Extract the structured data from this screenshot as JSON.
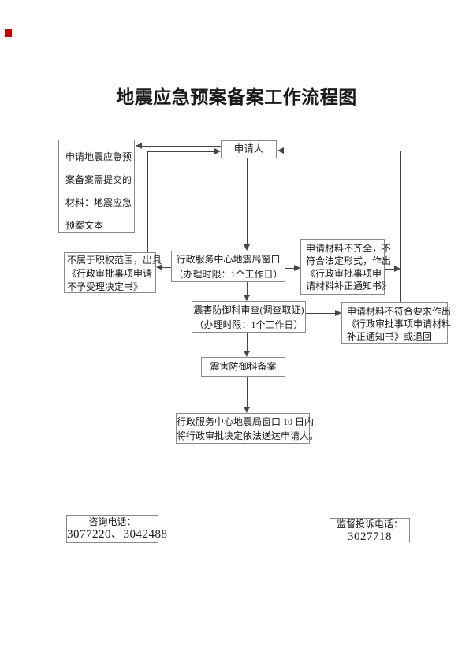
{
  "page": {
    "title": "地震应急预案备案工作流程图"
  },
  "colors": {
    "marker_red": "#c00000",
    "connector_line": "#454545",
    "box_border": "#8a8a8a"
  },
  "flow": {
    "nodes": {
      "applicant": {
        "label": "申请人"
      },
      "materials": {
        "lines": [
          "申请地震应急预",
          "案备案需提交的",
          "材料：地震应急",
          "预案文本"
        ]
      },
      "not_in_authority": {
        "lines": [
          "不属于职权范围，出具",
          "《行政审批事项申请",
          "不予受理决定书》"
        ]
      },
      "service_window": {
        "lines": [
          "行政服务中心地震局窗口",
          "（办理时限：1个工作日）"
        ]
      },
      "incomplete_materials": {
        "lines": [
          "申请材料不齐全，不",
          "符合法定形式，作出",
          "《行政审批事项申",
          "请材料补正通知书》"
        ]
      },
      "review": {
        "lines": [
          "震害防御科审查(调查取证)",
          "（办理时限：1个工作日）"
        ]
      },
      "nonconforming_materials": {
        "lines": [
          "申请材料不符合要求作出",
          "《行政审批事项申请材料",
          "补正通知书》或退回"
        ]
      },
      "filing": {
        "label": "震害防御科备案"
      },
      "delivery": {
        "lines": [
          "行政服务中心地震局窗口 10 日内",
          "将行政审批决定依法送达申请人。"
        ]
      }
    },
    "footer": {
      "consult": {
        "title": "咨询电话：",
        "numbers": "3077220、3042488"
      },
      "complaint": {
        "title": "监督投诉电话：",
        "numbers": "3027718"
      }
    }
  }
}
